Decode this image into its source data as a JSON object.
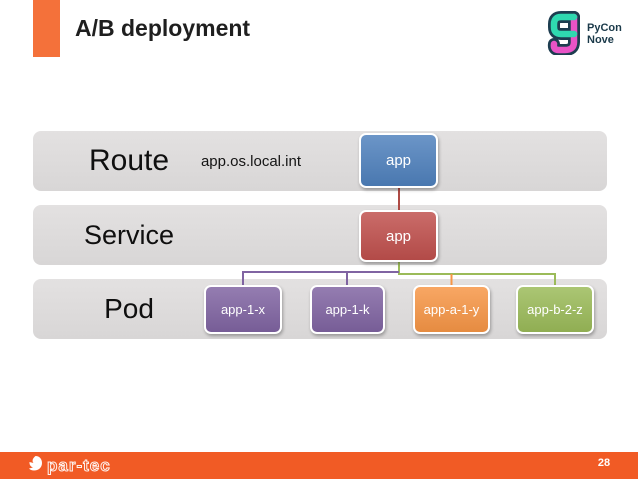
{
  "slide": {
    "title": "A/B deployment",
    "page_number": "28"
  },
  "logos": {
    "pycon_line1": "PyCon",
    "pycon_line2": "Nove",
    "partec": "par-tec"
  },
  "diagram": {
    "rows": [
      {
        "label": "Route",
        "annotation": "app.os.local.int",
        "nodes": [
          {
            "label": "app",
            "color": "#4F81BD"
          }
        ]
      },
      {
        "label": "Service",
        "nodes": [
          {
            "label": "app",
            "color": "#C0504D"
          }
        ]
      },
      {
        "label": "Pod",
        "nodes": [
          {
            "label": "app-1-x",
            "color": "#8064A2"
          },
          {
            "label": "app-1-k",
            "color": "#8064A2"
          },
          {
            "label": "app-a-1-y",
            "color": "#F79646"
          },
          {
            "label": "app-b-2-z",
            "color": "#9BBB59"
          }
        ]
      }
    ],
    "connectors": {
      "route_to_service": "#AE4A44",
      "service_to_pod_left": "#8064A2",
      "service_to_pod_right": "#9BBB59",
      "drop_app_a_1_y": "#F79646"
    },
    "band_color": "#DDDBDB"
  },
  "theme": {
    "accent_rect_orange": "#F4713A",
    "footer_orange": "#F15B25",
    "pycon_teal": "#2FD9B0",
    "pycon_pink": "#E853C6",
    "pycon_text_color": "#1B3A4A"
  }
}
